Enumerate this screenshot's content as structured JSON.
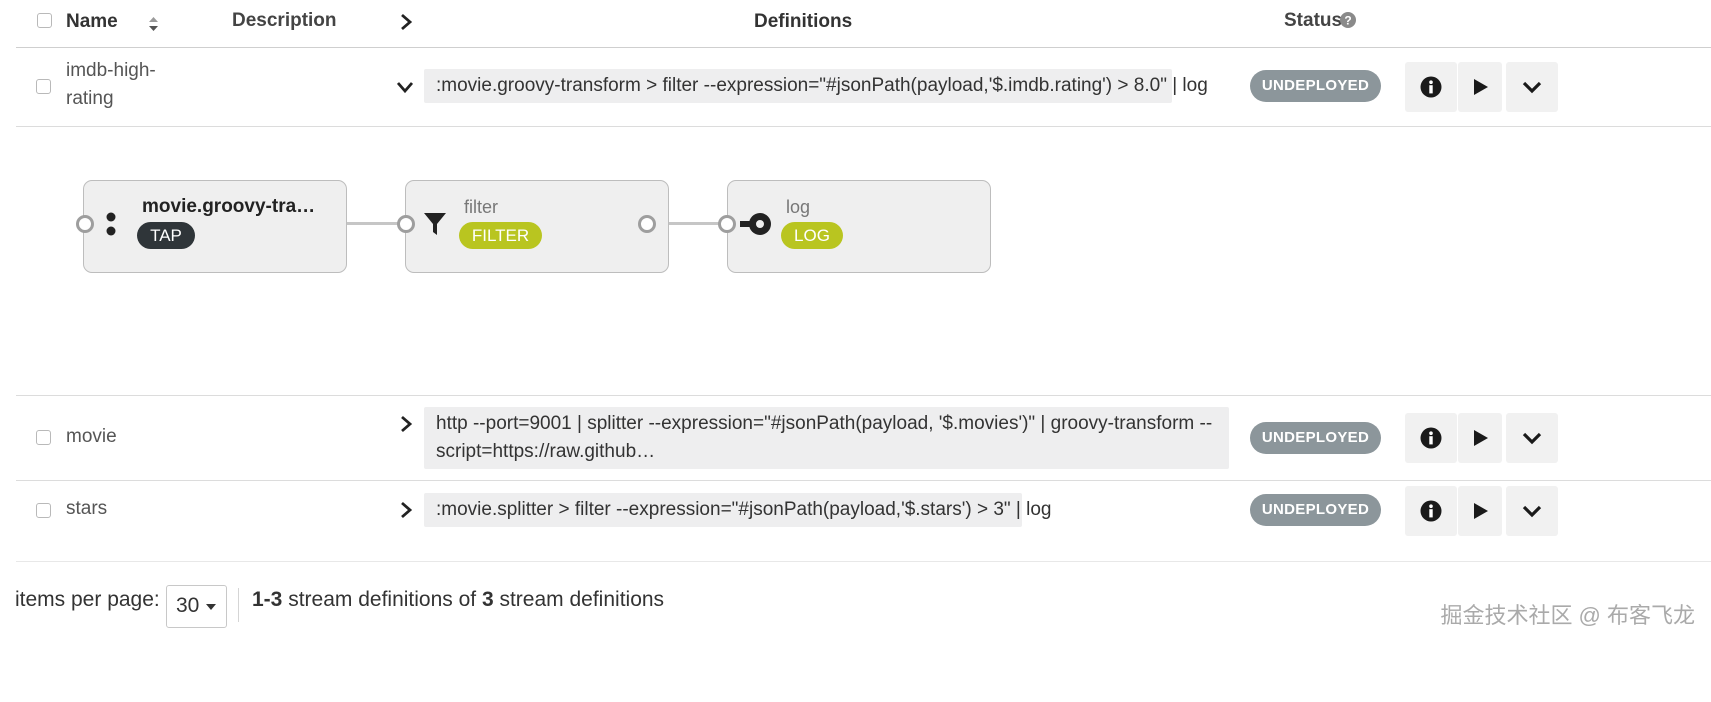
{
  "header": {
    "name": "Name",
    "description": "Description",
    "definitions": "Definitions",
    "status": "Status"
  },
  "rows": [
    {
      "name_line1": "imdb-high-",
      "name_line2": "rating",
      "definition": ":movie.groovy-transform > filter --expression=\"#jsonPath(payload,'$.imdb.rating') > 8.0\" | log",
      "status": "UNDEPLOYED"
    },
    {
      "name": "movie",
      "definition_line1": "http --port=9001 | splitter --expression=\"#jsonPath(payload, '$.movies')\" | groovy-transform --",
      "definition_line2": "script=https://raw.github…",
      "status": "UNDEPLOYED"
    },
    {
      "name": "stars",
      "definition": ":movie.splitter > filter --expression=\"#jsonPath(payload,'$.stars') > 3\" | log",
      "status": "UNDEPLOYED"
    }
  ],
  "graph": {
    "nodes": [
      {
        "title": "movie.groovy-tra…",
        "badge": "TAP",
        "badge_color": "#2f3539"
      },
      {
        "title": "filter",
        "badge": "FILTER",
        "badge_color": "#b9c520"
      },
      {
        "title": "log",
        "badge": "LOG",
        "badge_color": "#b9c520"
      }
    ]
  },
  "footer": {
    "items_per_page_label": "items per page:",
    "page_size": "30",
    "range": "1-3",
    "mid_text": " stream definitions of ",
    "total": "3",
    "end_text": " stream definitions",
    "watermark": "掘金技术社区 @ 布客飞龙"
  },
  "colors": {
    "badge_gray": "#8c969b",
    "accent_green": "#b9c520",
    "tap_dark": "#2f3539"
  }
}
